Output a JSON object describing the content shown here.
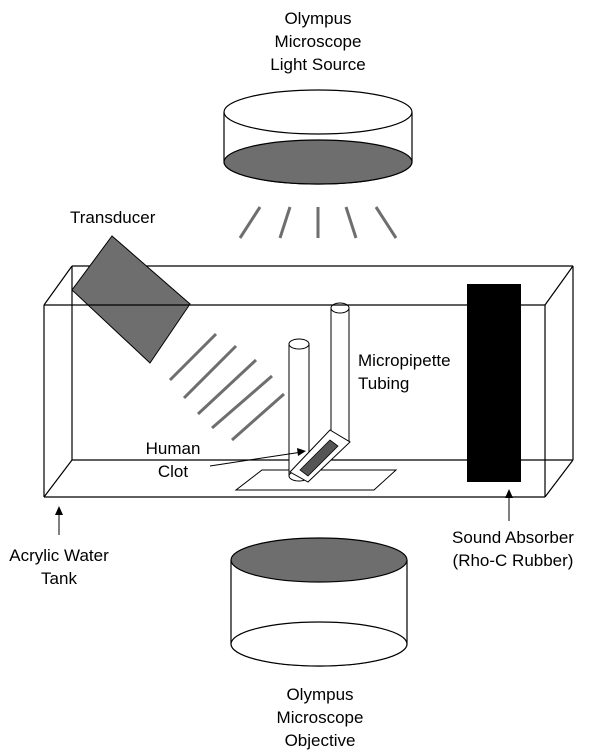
{
  "light_source": {
    "lines": [
      "Olympus",
      "Microscope",
      "Light Source"
    ]
  },
  "objective": {
    "lines": [
      "Olympus",
      "Microscope",
      "Objective"
    ]
  },
  "transducer": {
    "label": "Transducer"
  },
  "micropipette": {
    "lines": [
      "Micropipette",
      "Tubing"
    ]
  },
  "clot": {
    "lines": [
      "Human",
      "Clot"
    ]
  },
  "tank": {
    "lines": [
      "Acrylic Water",
      "Tank"
    ]
  },
  "absorber": {
    "lines": [
      "Sound Absorber",
      "(Rho-C Rubber)"
    ]
  },
  "colors": {
    "stroke": "#000000",
    "gray_fill": "#6e6e6e",
    "absorber_fill": "#000000",
    "clot_fill": "#555555"
  }
}
